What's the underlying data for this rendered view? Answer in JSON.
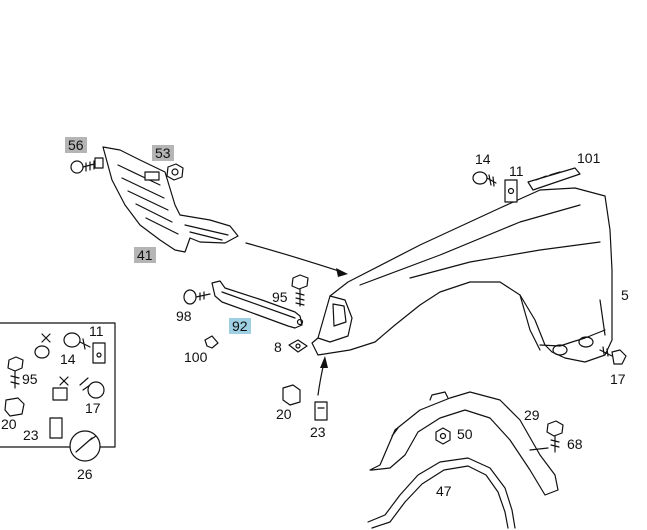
{
  "callouts": {
    "p56": "56",
    "p53": "53",
    "p41": "41",
    "p14a": "14",
    "p11a": "11",
    "p101": "101",
    "p5": "5",
    "p95a": "95",
    "p98": "98",
    "p92": "92",
    "p100": "100",
    "p8": "8",
    "p17a": "17",
    "p20a": "20",
    "p23a": "23",
    "p29": "29",
    "p50": "50",
    "p68": "68",
    "p47": "47",
    "p11b": "11",
    "p14b": "14",
    "p95b": "95",
    "p17b": "17",
    "p20b": "20",
    "p23b": "23",
    "p26": "26"
  },
  "highlights": {
    "gray": "#b5b5b5",
    "blue": "#9ecfe3"
  }
}
